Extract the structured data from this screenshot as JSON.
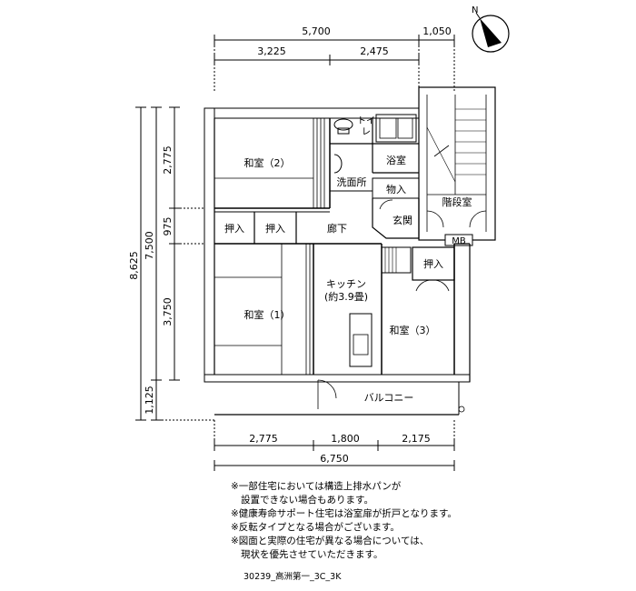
{
  "dimensions": {
    "top_total": "5,700",
    "top_right": "1,050",
    "top_left_sub": "3,225",
    "top_right_sub": "2,475",
    "left_overall": "8,625",
    "left_main": "7,500",
    "left_seg_1": "2,775",
    "left_seg_2": "975",
    "left_seg_3": "3,750",
    "left_seg_4": "1,125",
    "bottom_seg_1": "2,775",
    "bottom_seg_2": "1,800",
    "bottom_seg_3": "2,175",
    "bottom_total": "6,750"
  },
  "compass": {
    "label": "N",
    "icon": "north-arrow-icon"
  },
  "rooms": {
    "washitsu_2": "和室（2）",
    "washitsu_1": "和室（1）",
    "washitsu_3": "和室（3）",
    "toilet_a": "トイ",
    "toilet_b": "レ",
    "bath": "浴室",
    "washroom": "洗面所",
    "storage": "物入",
    "stairwell": "階段室",
    "closet_1": "押入",
    "closet_2": "押入",
    "closet_3": "押入",
    "hallway": "廊下",
    "entrance": "玄関",
    "kitchen_line1": "キッチン",
    "kitchen_line2": "(約3.9畳)",
    "meter_box": "MB",
    "balcony": "バルコニー"
  },
  "notes": [
    "※一部住宅においては構造上排水パンが",
    "設置できない場合もあります。",
    "※健康寿命サポート住宅は浴室扉が折戸となります。",
    "※反転タイプとなる場合がございます。",
    "※図面と実際の住宅が異なる場合については、",
    "現状を優先させていただきます。"
  ],
  "plan_code": "30239_高洲第一_3C_3K"
}
